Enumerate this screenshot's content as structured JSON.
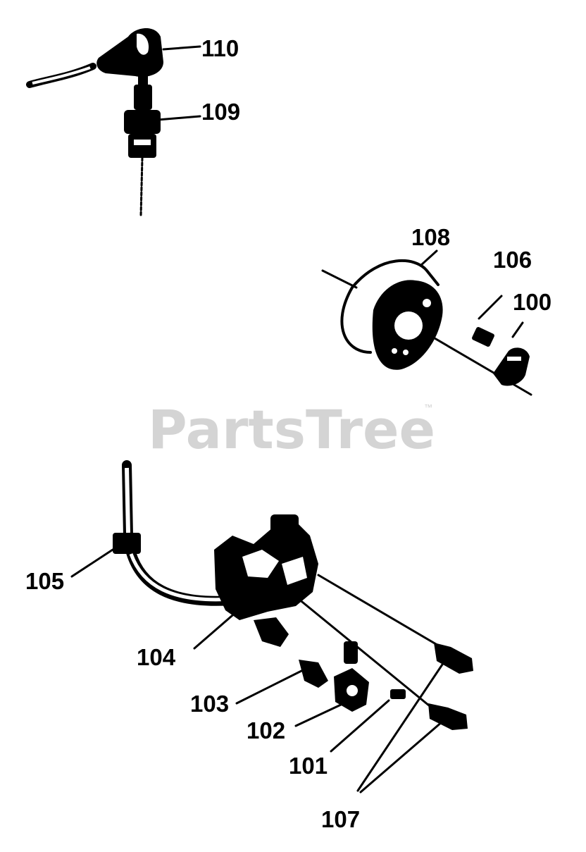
{
  "watermark": {
    "text": "PartsTree",
    "trademark": "™",
    "color": "#d4d4d4"
  },
  "callouts": {
    "p110": "110",
    "p109": "109",
    "p108": "108",
    "p106": "106",
    "p100": "100",
    "p105": "105",
    "p104": "104",
    "p103": "103",
    "p102": "102",
    "p101": "101",
    "p107": "107"
  },
  "colors": {
    "ink": "#000000",
    "background": "#ffffff"
  }
}
